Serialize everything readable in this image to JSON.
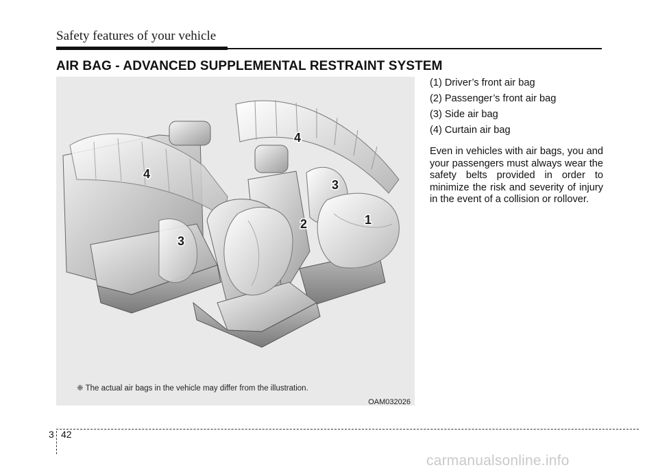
{
  "header": {
    "title": "Safety features of your vehicle"
  },
  "section": {
    "heading": "AIR BAG - ADVANCED SUPPLEMENTAL RESTRAINT SYSTEM"
  },
  "figure": {
    "callouts": [
      "4",
      "4",
      "3",
      "3",
      "2",
      "1"
    ],
    "note": "❈ The actual air bags in the vehicle may differ from the illustration.",
    "code": "OAM032026"
  },
  "legend": [
    "(1) Driver’s front air bag",
    "(2) Passenger’s front air bag",
    "(3) Side air bag",
    "(4) Curtain air bag"
  ],
  "body": {
    "paragraph": "Even in vehicles with air bags, you and your passengers must always wear the safety belts provided in order to minimize the risk and severity of injury in the event of a collision or rollover."
  },
  "footer": {
    "chapter": "3",
    "page": "42"
  },
  "watermark": "carmanualsonline.info"
}
